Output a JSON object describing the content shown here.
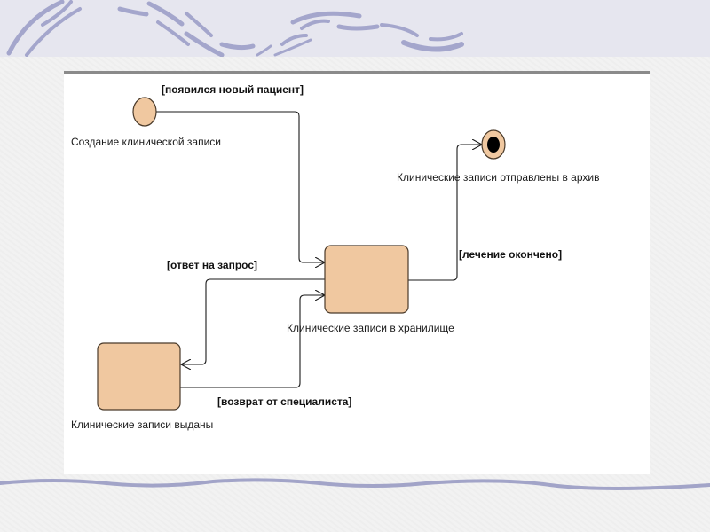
{
  "colors": {
    "state_fill": "#F0C8A0",
    "state_stroke": "#5a4a3a",
    "line": "#1a1a1a",
    "decor_stroke": "#9a9cc4"
  },
  "diagram": {
    "type": "uml-state-diagram",
    "initial_state": {
      "label": "Создание  клинической записи"
    },
    "final_state": {
      "label": "Клинические записи отправлены в архив"
    },
    "states": [
      {
        "id": "storage",
        "label": "Клинические записи в хранилище"
      },
      {
        "id": "issued",
        "label": "Клинические записи выданы"
      }
    ],
    "transitions": [
      {
        "from": "initial",
        "to": "storage",
        "guard": "[появился новый пациент]"
      },
      {
        "from": "storage",
        "to": "issued",
        "guard": "[ответ на запрос]"
      },
      {
        "from": "issued",
        "to": "storage",
        "guard": "[возврат от специалиста]"
      },
      {
        "from": "storage",
        "to": "final",
        "guard": "[лечение окончено]"
      }
    ]
  }
}
